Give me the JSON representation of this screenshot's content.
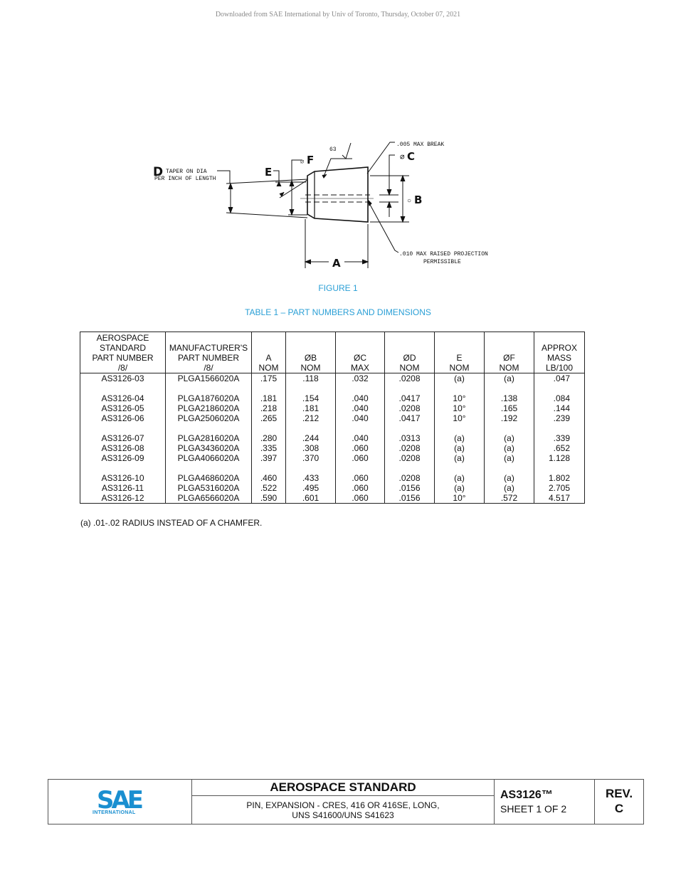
{
  "header": {
    "download_note": "Downloaded from SAE International by Univ of Toronto, Thursday, October 07, 2021"
  },
  "figure": {
    "caption": "FIGURE 1",
    "labels": {
      "D": "D",
      "D_note_1": "TAPER ON DIA",
      "D_note_2": "PER INCH OF LENGTH",
      "E": "E",
      "F": "F",
      "F_prefix": "⌀",
      "finish": "63",
      "break_note": ".005 MAX  BREAK",
      "C": "C",
      "C_prefix": "⌀",
      "B": "B",
      "B_prefix": "○",
      "A": "A",
      "projection_1": ".010 MAX RAISED PROJECTION",
      "projection_2": "PERMISSIBLE"
    }
  },
  "table": {
    "caption": "TABLE 1 – PART NUMBERS AND DIMENSIONS",
    "headers": [
      [
        "AEROSPACE",
        "STANDARD",
        "PART NUMBER",
        "/8/"
      ],
      [
        "MANUFACTURER'S",
        "PART  NUMBER",
        "/8/"
      ],
      [
        "A",
        "NOM"
      ],
      [
        "ØB",
        "NOM"
      ],
      [
        "ØC",
        "MAX"
      ],
      [
        "ØD",
        "NOM"
      ],
      [
        "E",
        "NOM"
      ],
      [
        "ØF",
        "NOM"
      ],
      [
        "APPROX",
        "MASS",
        "LB/100"
      ]
    ],
    "rows": [
      [
        "AS3126-03",
        "PLGA1566020A",
        ".175",
        ".118",
        ".032",
        ".0208",
        "(a)",
        "(a)",
        ".047"
      ],
      [
        "AS3126-04",
        "PLGA1876020A",
        ".181",
        ".154",
        ".040",
        ".0417",
        "10°",
        ".138",
        ".084"
      ],
      [
        "AS3126-05",
        "PLGA2186020A",
        ".218",
        ".181",
        ".040",
        ".0208",
        "10°",
        ".165",
        ".144"
      ],
      [
        "AS3126-06",
        "PLGA2506020A",
        ".265",
        ".212",
        ".040",
        ".0417",
        "10°",
        ".192",
        ".239"
      ],
      [
        "AS3126-07",
        "PLGA2816020A",
        ".280",
        ".244",
        ".040",
        ".0313",
        "(a)",
        "(a)",
        ".339"
      ],
      [
        "AS3126-08",
        "PLGA3436020A",
        ".335",
        ".308",
        ".060",
        ".0208",
        "(a)",
        "(a)",
        ".652"
      ],
      [
        "AS3126-09",
        "PLGA4066020A",
        ".397",
        ".370",
        ".060",
        ".0208",
        "(a)",
        "(a)",
        "1.128"
      ],
      [
        "AS3126-10",
        "PLGA4686020A",
        ".460",
        ".433",
        ".060",
        ".0208",
        "(a)",
        "(a)",
        "1.802"
      ],
      [
        "AS3126-11",
        "PLGA5316020A",
        ".522",
        ".495",
        ".060",
        ".0156",
        "(a)",
        "(a)",
        "2.705"
      ],
      [
        "AS3126-12",
        "PLGA6566020A",
        ".590",
        ".601",
        ".060",
        ".0156",
        "10°",
        ".572",
        "4.517"
      ]
    ],
    "footnote": "(a)  .01-.02 RADIUS INSTEAD OF A CHAMFER."
  },
  "title_block": {
    "logo_text": "SAE",
    "logo_sub": "INTERNATIONAL",
    "logo_color": "#1a8fd0",
    "title": "AEROSPACE STANDARD",
    "subtitle_1": "PIN, EXPANSION - CRES, 416 OR 416SE, LONG,",
    "subtitle_2": "UNS S41600/UNS S41623",
    "doc_number": "AS3126™",
    "sheet": "SHEET 1 OF 2",
    "rev_label": "REV.",
    "rev_value": "C"
  }
}
